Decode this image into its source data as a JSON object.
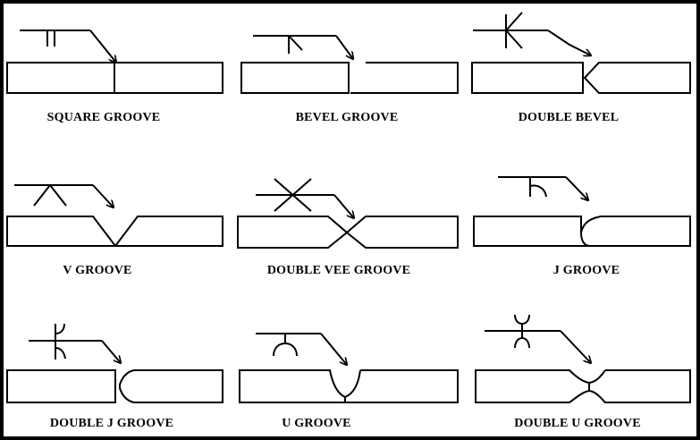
{
  "joints": [
    {
      "key": "square",
      "label": "SQUARE GROOVE"
    },
    {
      "key": "bevel",
      "label": "BEVEL GROOVE"
    },
    {
      "key": "double-bevel",
      "label": "DOUBLE BEVEL"
    },
    {
      "key": "v",
      "label": "V GROOVE"
    },
    {
      "key": "double-vee",
      "label": "DOUBLE VEE GROOVE"
    },
    {
      "key": "j",
      "label": "J GROOVE"
    },
    {
      "key": "double-j",
      "label": "DOUBLE J GROOVE"
    },
    {
      "key": "u",
      "label": "U GROOVE"
    },
    {
      "key": "double-u",
      "label": "DOUBLE U GROOVE"
    }
  ],
  "colors": {
    "frame": "#000000",
    "background": "#ffffff",
    "ink": "#000000"
  }
}
